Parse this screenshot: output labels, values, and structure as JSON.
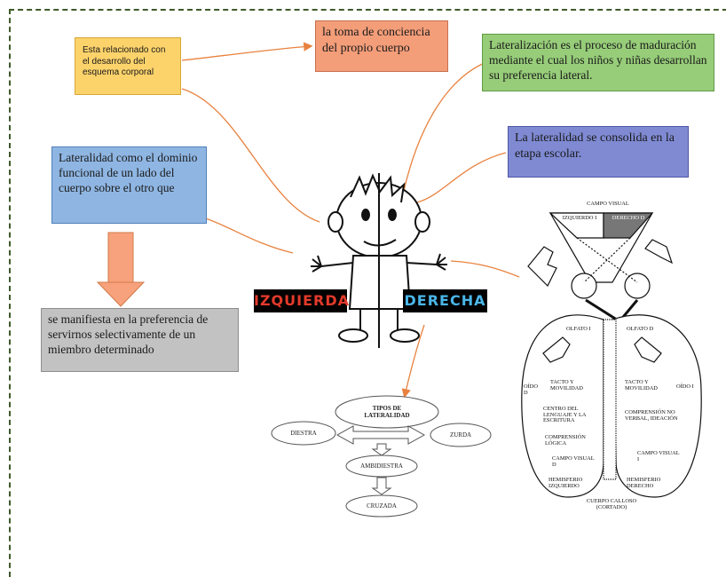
{
  "boxes": {
    "esta_relacionado": "Esta relacionado con el desarrollo del esquema corporal",
    "toma_conciencia": "la toma de conciencia del propio cuerpo",
    "lateralizacion": "Lateralización es el proceso de maduración mediante el cual los niños y niñas desarrollan su preferencia lateral.",
    "lateralidad_dominio": "Lateralidad como el dominio funcional de un lado del cuerpo sobre el otro que",
    "consolida": "La lateralidad se consolida en la etapa escolar.",
    "manifiesta": "se manifiesta en la preferencia de servirnos selectivamente de un miembro determinado"
  },
  "figure": {
    "izquierda": "IZQUIERDA",
    "derecha": "DERECHA"
  },
  "tipos": {
    "title": "TIPOS DE LATERALIDAD",
    "diestra": "DIESTRA",
    "zurda": "ZURDA",
    "ambidiestra": "AMBIDIESTRA",
    "cruzada": "CRUZADA"
  },
  "brain": {
    "campo_visual": "CAMPO VISUAL",
    "izquierdo": "IZQUIERDO I",
    "derecho": "DERECHO D",
    "olfato_i": "OLFATO I",
    "olfato_d": "OLFATO D",
    "oido_i": "OÍDO D",
    "oido_d": "OÍDO I",
    "tacto_i": "TACTO Y MOVILIDAD",
    "tacto_d": "TACTO Y MOVILIDAD",
    "centro": "CENTRO DEL LENGUAJE Y LA ESCRITURA",
    "comprension_log": "COMPRENSIÓN LÓGICA",
    "comprension_nv": "COMPRENSIÓN NO VERBAL, IDEACIÓN",
    "campo_visual_d": "CAMPO VISUAL D",
    "campo_visual_i": "CAMPO VISUAL I",
    "hemisferio_i": "HEMISFERIO IZQUIERDO",
    "hemisferio_d": "HEMISFERIO DERECHO",
    "cuerpo_calloso": "CUERPO CALLOSO (CORTADO)"
  },
  "colors": {
    "yellow": "#fcd36b",
    "salmon": "#f39d79",
    "green": "#97cd79",
    "blue": "#8fb6e3",
    "purple": "#7f8ad3",
    "gray": "#c2c2c2",
    "connector": "#e8823f"
  }
}
